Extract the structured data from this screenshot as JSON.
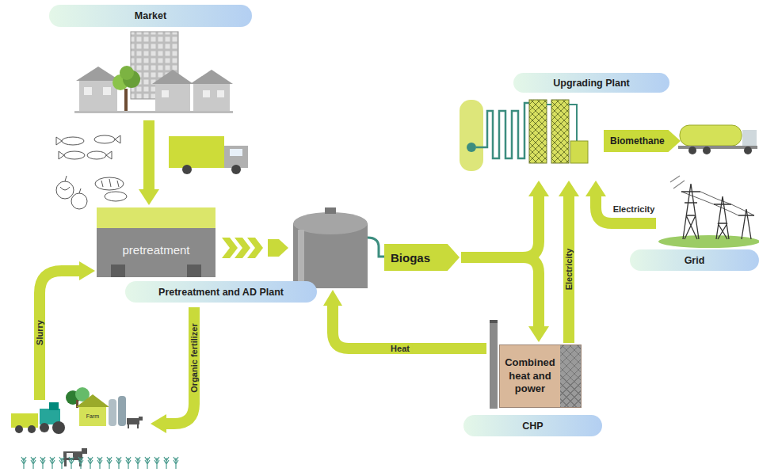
{
  "diagram": {
    "nodes": [
      {
        "text": [
          "Market"
        ]
      },
      {
        "text": [
          "pretreatment"
        ]
      },
      {
        "text": [
          "Pretreatment and AD Plant"
        ]
      },
      {
        "text": [
          "Biogas"
        ]
      },
      {
        "text": [
          "Upgrading Plant"
        ]
      },
      {
        "text": [
          "Biomethane"
        ]
      },
      {
        "text": [
          "Grid"
        ]
      },
      {
        "text": [
          "Combined heat and power"
        ]
      },
      {
        "text": [
          "CHP"
        ]
      }
    ],
    "edges": [
      {
        "from": 0,
        "to": 1,
        "arrow": "to"
      },
      {
        "from": 3,
        "to": 4,
        "arrow": "to"
      },
      {
        "from": 3,
        "to": 7,
        "arrow": "to"
      },
      {
        "from": 7,
        "to": 4,
        "label": "Electricity",
        "arrow": "to"
      },
      {
        "from": 6,
        "to": 4,
        "label": "Electricity",
        "arrow": "to"
      }
    ],
    "labels": [
      "Slurry",
      "Organic fertilizer",
      "Heat",
      "Farm"
    ]
  }
}
